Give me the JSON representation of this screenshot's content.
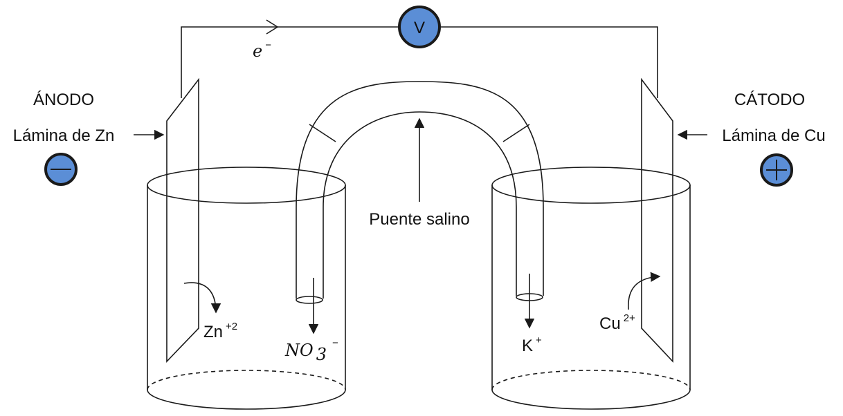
{
  "anode": {
    "title": "ÁNODO",
    "plate_label": "Lámina de Zn",
    "sign": "minus-sign-icon"
  },
  "cathode": {
    "title": "CÁTODO",
    "plate_label": "Lámina de Cu",
    "sign": "plus-sign-icon"
  },
  "voltmeter": {
    "label": "V"
  },
  "electron": {
    "symbol": "e",
    "charge": "−"
  },
  "salt_bridge": {
    "label": "Puente salino"
  },
  "ions": {
    "zinc": {
      "symbol": "Zn",
      "charge": "+2"
    },
    "nitrate": {
      "symbol": "NO",
      "subscript": "3",
      "charge": "−"
    },
    "potassium": {
      "symbol": "K",
      "charge": "+"
    },
    "copper": {
      "symbol": "Cu",
      "charge": "2+"
    }
  },
  "colors": {
    "circle_fill": "#5b8ed6",
    "circle_stroke": "#1a1a1a",
    "line": "#1a1a1a"
  }
}
